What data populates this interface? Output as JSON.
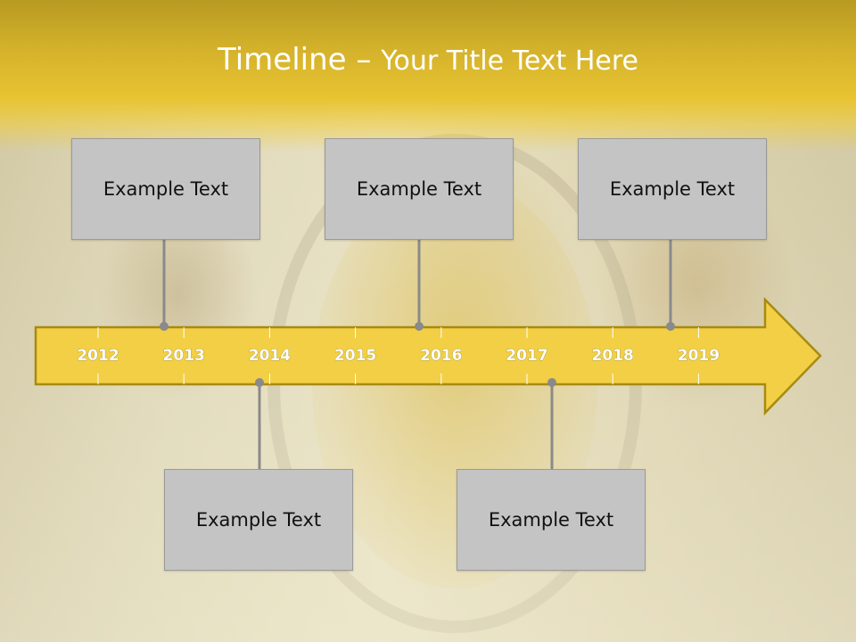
{
  "title": {
    "main": "Timeline",
    "dash": " – ",
    "sub": "Your Title Text Here"
  },
  "timeline": {
    "years": [
      "2012",
      "2013",
      "2014",
      "2015",
      "2016",
      "2017",
      "2018",
      "2019"
    ],
    "arrow_color": "#f2cf45",
    "arrow_border": "#a88a10",
    "connector_color": "#8a8a8a"
  },
  "boxes": [
    {
      "text": "Example Text",
      "position": "above",
      "anchor_year": "2013"
    },
    {
      "text": "Example Text",
      "position": "above",
      "anchor_year": "2016"
    },
    {
      "text": "Example Text",
      "position": "above",
      "anchor_year": "2019"
    },
    {
      "text": "Example Text",
      "position": "below",
      "anchor_year": "2014"
    },
    {
      "text": "Example Text",
      "position": "below",
      "anchor_year": "2017"
    }
  ],
  "colors": {
    "header": "#e8c432",
    "box_fill": "#c4c4c4",
    "box_border": "#9a9a9a"
  }
}
